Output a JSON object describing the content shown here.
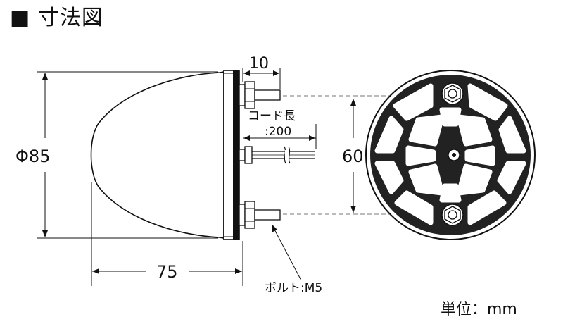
{
  "title": "■ 寸法図",
  "dimensions": {
    "diameter": "Φ85",
    "length": "75",
    "bolt_length": "10",
    "bolt_pitch": "60",
    "cord_label": "コード長",
    "cord_length": ":200",
    "bolt_spec": "ボルト:M5"
  },
  "unit_label": "単位：mm"
}
